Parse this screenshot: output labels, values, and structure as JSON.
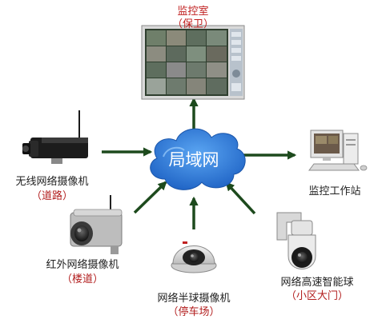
{
  "center": {
    "label": "局域网"
  },
  "control_room": {
    "title": "监控室",
    "subtitle": "（保卫）"
  },
  "workstation": {
    "label": "监控工作站"
  },
  "wireless_camera": {
    "label": "无线网络摄像机",
    "sublabel": "（道路）"
  },
  "ir_camera": {
    "label": "红外网络摄像机",
    "sublabel": "（楼道）"
  },
  "dome_camera": {
    "label": "网络半球摄像机",
    "sublabel": "（停车场）"
  },
  "speed_dome": {
    "label": "网络高速智能球",
    "sublabel": "（小区大门）"
  },
  "colors": {
    "arrow": "#1d4a1d",
    "cloud": "#2a79d8",
    "accent_red": "#b21e1e"
  }
}
